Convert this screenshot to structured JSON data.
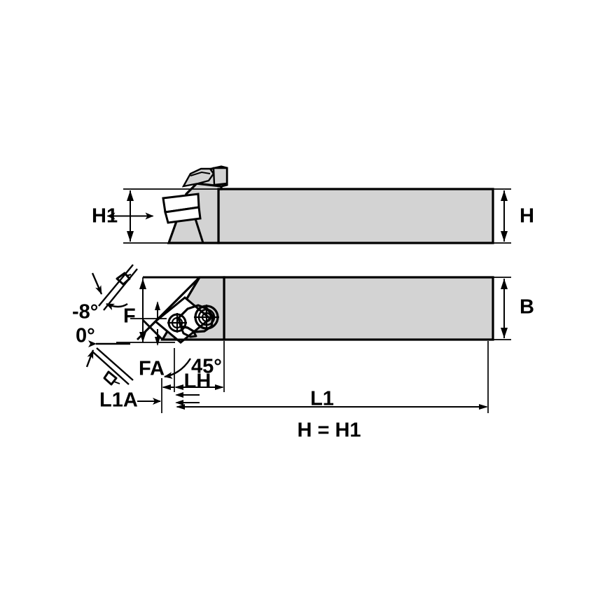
{
  "drawing": {
    "title": "Indexable Turning Tool Holder - Technical Drawing",
    "background_color": "#ffffff",
    "body_fill_color": "#d3d3d3",
    "line_color": "#000000",
    "views": [
      {
        "name": "side-elevation-view",
        "position": "top"
      },
      {
        "name": "plan-view",
        "position": "bottom"
      }
    ]
  },
  "labels": {
    "h1": "H1",
    "h": "H",
    "b": "B",
    "f": "F",
    "fa": "FA",
    "lh": "LH",
    "l1": "L1",
    "l1a": "L1A",
    "angle_neg8": "-8°",
    "angle_0": "0°",
    "angle_45": "45°",
    "note_h_equals_h1": "H = H1"
  },
  "annotations": {
    "height_h1": {
      "label": "H1",
      "view": "side-elevation-view",
      "side": "left"
    },
    "height_h": {
      "label": "H",
      "view": "side-elevation-view",
      "side": "right"
    },
    "width_b": {
      "label": "B",
      "view": "plan-view",
      "side": "right"
    },
    "offset_f": {
      "label": "F",
      "view": "plan-view",
      "side": "left"
    },
    "offset_fa": {
      "label": "FA",
      "view": "plan-view",
      "side": "left"
    },
    "length_lh": {
      "label": "LH",
      "view": "plan-view",
      "side": "bottom"
    },
    "length_l1": {
      "label": "L1",
      "view": "plan-view",
      "side": "bottom"
    },
    "length_l1a": {
      "label": "L1A",
      "view": "plan-view",
      "side": "bottom"
    },
    "lead_angle": {
      "label": "45°",
      "view": "plan-view"
    },
    "rake_angle_side": {
      "label": "-8°",
      "view": "plan-view"
    },
    "rake_angle_back": {
      "label": "0°",
      "view": "plan-view"
    },
    "footnote": {
      "label": "H = H1"
    }
  },
  "icons": {
    "arrow": "arrow-icon",
    "rake_symbol_neg8": "rake-angle-flag-icon",
    "rake_symbol_0": "rake-angle-flag-icon",
    "clamp_screw_large": "screw-head-icon",
    "clamp_screw_small": "screw-head-icon"
  }
}
